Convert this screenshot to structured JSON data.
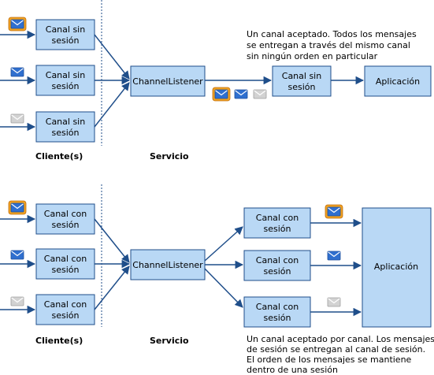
{
  "section1": {
    "client_channels": [
      "Canal sin sesión",
      "Canal sin sesión",
      "Canal sin sesión"
    ],
    "listener": "ChannelListener",
    "accepted_channel": "Canal sin sesión",
    "application": "Aplicación",
    "caption": "Un canal aceptado. Todos los mensajes se entregan a través del mismo canal sin ningún orden en particular",
    "client_label": "Cliente(s)",
    "service_label": "Servicio"
  },
  "section2": {
    "client_channels": [
      "Canal con sesión",
      "Canal con sesión",
      "Canal con sesión"
    ],
    "listener": "ChannelListener",
    "accepted_channels": [
      "Canal con sesión",
      "Canal con sesión",
      "Canal con sesión"
    ],
    "application": "Aplicación",
    "caption": "Un canal aceptado por canal. Los mensajes de sesión se entregan al canal de sesión. El orden de los mensajes se mantiene dentro de una sesión",
    "client_label": "Cliente(s)",
    "service_label": "Servicio"
  },
  "colors": {
    "box_fill": "#b9d8f5",
    "box_stroke": "#1f4e8a",
    "arrow": "#1f4e8a",
    "envelope_blue": "#2f6fcf",
    "envelope_gray": "#c8c8c8",
    "envelope_highlight": "#f0a020"
  },
  "icons": [
    "envelope-icon-highlighted",
    "envelope-icon-blue",
    "envelope-icon-gray"
  ]
}
